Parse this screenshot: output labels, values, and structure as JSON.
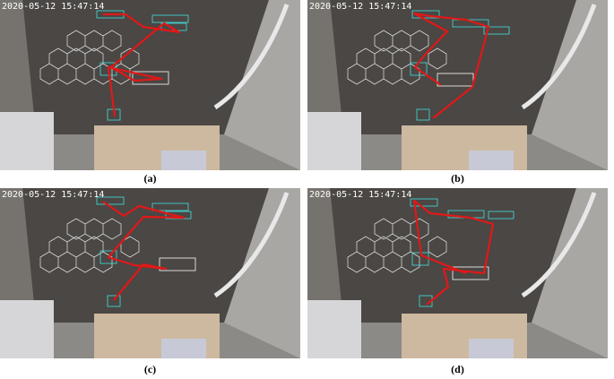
{
  "panels": [
    {
      "label": "(a)",
      "timestamp": "2020-05-12 15:47:14",
      "track": [
        [
          128,
          130
        ],
        [
          121,
          75
        ],
        [
          180,
          88
        ],
        [
          150,
          90
        ],
        [
          124,
          75
        ],
        [
          183,
          26
        ],
        [
          200,
          36
        ],
        [
          160,
          30
        ],
        [
          140,
          16
        ],
        [
          115,
          16
        ]
      ]
    },
    {
      "label": "(b)",
      "timestamp": "2020-05-12 15:47:14",
      "track": [
        [
          483,
          132
        ],
        [
          527,
          97
        ],
        [
          545,
          30
        ],
        [
          520,
          22
        ],
        [
          480,
          18
        ],
        [
          462,
          15
        ],
        [
          499,
          35
        ],
        [
          475,
          60
        ],
        [
          463,
          75
        ],
        [
          492,
          95
        ]
      ]
    },
    {
      "label": "(c)",
      "timestamp": "2020-05-12 15:47:14",
      "track": [
        [
          127,
          335
        ],
        [
          160,
          295
        ],
        [
          185,
          300
        ],
        [
          150,
          296
        ],
        [
          121,
          287
        ],
        [
          160,
          242
        ],
        [
          205,
          243
        ],
        [
          155,
          230
        ],
        [
          138,
          241
        ],
        [
          115,
          225
        ]
      ]
    },
    {
      "label": "(d)",
      "timestamp": "2020-05-12 15:47:14",
      "track": [
        [
          476,
          340
        ],
        [
          500,
          320
        ],
        [
          495,
          300
        ],
        [
          540,
          305
        ],
        [
          550,
          250
        ],
        [
          525,
          243
        ],
        [
          480,
          238
        ],
        [
          462,
          224
        ],
        [
          470,
          285
        ],
        [
          520,
          305
        ]
      ]
    }
  ],
  "colors": {
    "track": "#e01818",
    "box_cyan": "#40e0e0",
    "box_white": "#ffffff",
    "floor": "#4a4744",
    "wall": "#8c8a86"
  }
}
